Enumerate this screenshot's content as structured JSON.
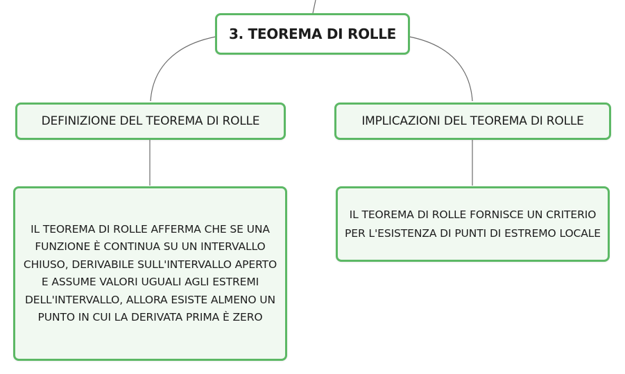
{
  "colors": {
    "node_border": "#5cb865",
    "node_fill": "#f1f9f1",
    "root_fill": "#ffffff",
    "connector": "#6b6b6b"
  },
  "root": {
    "label": "3. TEOREMA DI ROLLE"
  },
  "branches": [
    {
      "label": "DEFINIZIONE DEL TEOREMA DI ROLLE",
      "child": "IL TEOREMA DI ROLLE AFFERMA CHE SE UNA FUNZIONE È CONTINUA SU UN INTERVALLO CHIUSO, DERIVABILE SULL'INTERVALLO APERTO E ASSUME VALORI UGUALI AGLI ESTREMI DELL'INTERVALLO, ALLORA ESISTE ALMENO UN PUNTO IN CUI LA DERIVATA PRIMA È ZERO"
    },
    {
      "label": "IMPLICAZIONI DEL TEOREMA DI ROLLE",
      "child": "IL TEOREMA DI ROLLE FORNISCE UN CRITERIO PER L'ESISTENZA DI PUNTI DI ESTREMO LOCALE"
    }
  ]
}
